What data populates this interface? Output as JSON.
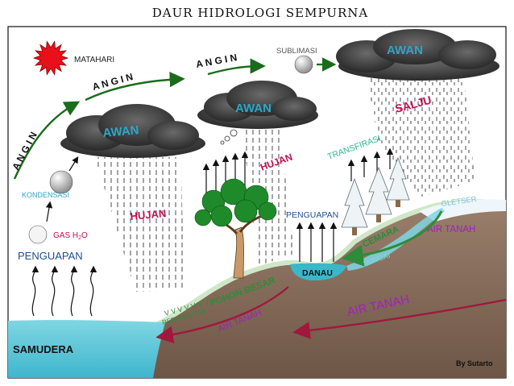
{
  "title": "DAUR HIDROLOGI SEMPURNA",
  "author": "By Sutarto",
  "colors": {
    "wind_arrow": "#1a6b1a",
    "cloud_label": "#2aa7c9",
    "rain_label": "#c0104a",
    "evap_label": "#1f4e8c",
    "transpiration": "#2bb88a",
    "groundwater_label": "#a020c0",
    "groundwater_arrow": "#a0183c",
    "lake": "#3ab7c8",
    "sea": "#56c6d8",
    "sun": "#e8101a"
  },
  "labels": {
    "matahari": "MATAHARI",
    "angin_1": "A N G I N",
    "angin_2": "A N G I N",
    "angin_3": "A N G I N",
    "sublimasi": "SUBLIMASI",
    "awan_left": "AWAN",
    "awan_mid": "AWAN",
    "awan_right": "AWAN",
    "salju": "SALJU",
    "kondensasi": "KONDENSASI",
    "hujan_left": "HUJAN",
    "hujan_mid": "HUJAN",
    "transfirasi": "TRANSFIRASI",
    "gletser": "GLETSER",
    "gas": "GAS H",
    "gas_sub": "2",
    "gas_end": "O",
    "penguapan_sea": "PENGUAPAN",
    "penguapan_lake": "PENGUAPAN",
    "cemara": "CEMARA",
    "air_tanah_right": "AIR TANAH",
    "danau": "DANAU",
    "sungai": "SUNGAI",
    "pohon_besar": "POHON BESAR",
    "rerumputan": "RERUMPUTAN",
    "grass_marks": "V V V V V V V",
    "air_tanah_big": "AIR TANAH",
    "air_tanah_low": "AIR TANAH",
    "samudera": "SAMUDERA"
  }
}
